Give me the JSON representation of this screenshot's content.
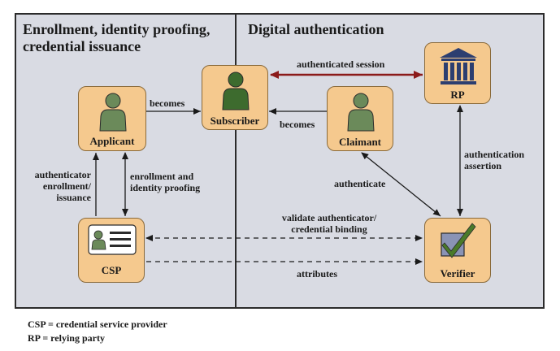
{
  "sections": {
    "left_title_line1": "Enrollment, identity proofing,",
    "left_title_line2": "credential issuance",
    "right_title": "Digital authentication"
  },
  "nodes": {
    "applicant": "Applicant",
    "subscriber": "Subscriber",
    "claimant": "Claimant",
    "rp": "RP",
    "csp": "CSP",
    "verifier": "Verifier"
  },
  "edges": {
    "applicant_to_subscriber": "becomes",
    "claimant_to_subscriber": "becomes",
    "authenticated_session": "authenticated session",
    "authentication_assertion_line1": "authentication",
    "authentication_assertion_line2": "assertion",
    "authenticate": "authenticate",
    "authenticator_enrollment_line1": "authenticator",
    "authenticator_enrollment_line2": "enrollment/",
    "authenticator_enrollment_line3": "issuance",
    "enrollment_proofing_line1": "enrollment and",
    "enrollment_proofing_line2": "identity proofing",
    "validate_binding_line1": "validate authenticator/",
    "validate_binding_line2": "credential binding",
    "attributes": "attributes"
  },
  "legend": {
    "csp": "CSP = credential service provider",
    "rp": "RP = relying party"
  },
  "colors": {
    "panel": "#d9dbe3",
    "node_fill": "#f5c98e",
    "person": "#6b8a5a",
    "subscriber_person": "#3d6b2e",
    "session_arrow": "#8b1a1a",
    "bank": "#2c3e70",
    "check": "#4a7a2a"
  }
}
